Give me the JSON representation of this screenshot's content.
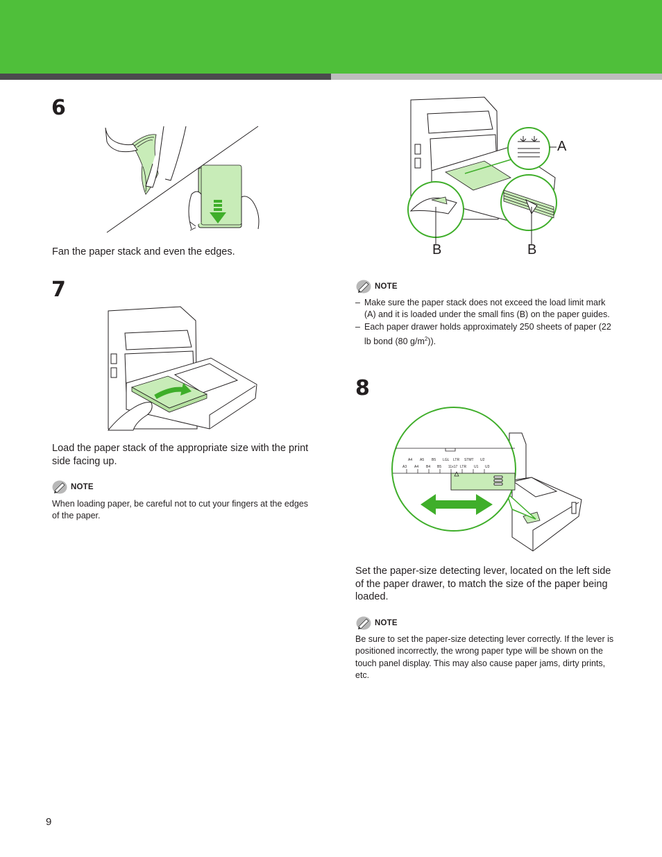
{
  "page": {
    "number": "9"
  },
  "note_label": "NOTE",
  "steps": {
    "s6": {
      "number": "6",
      "text": "Fan the paper stack and even the edges."
    },
    "s7": {
      "number": "7",
      "text": "Load the paper stack of the appropriate size with the print side facing up.",
      "note": "When loading paper, be careful not to cut your fingers at the edges of the paper."
    },
    "right_fig": {
      "callout_a": "A",
      "callout_b1": "B",
      "callout_b2": "B",
      "notes": [
        "Make sure the paper stack does not exceed the load limit mark (A) and it is loaded under the small fins (B) on the paper guides.",
        "Each paper drawer holds approximately 250 sheets of paper (22 lb bond (80 g/m2))."
      ]
    },
    "s8": {
      "number": "8",
      "text": "Set the paper-size detecting lever, located on the left side of the paper drawer, to match the size of the paper being loaded.",
      "note": "Be sure to set the paper-size detecting lever correctly. If the lever is positioned incorrectly, the wrong paper type will be shown on the touch panel display. This may also cause paper jams, dirty prints, etc.",
      "scale_top": [
        "A4",
        "A5",
        "B5",
        "LGL",
        "LTR",
        "STMT",
        "U2"
      ],
      "scale_bottom": [
        "A3",
        "A4",
        "B4",
        "B5",
        "11x17",
        "LTR",
        "U1",
        "U3"
      ]
    }
  },
  "colors": {
    "brand_green": "#4fbf3a",
    "paper_green": "#c8ecb8",
    "accent_green": "#3fae2a",
    "rule_dark": "#4b4b4d",
    "rule_light": "#bdbdbd"
  }
}
